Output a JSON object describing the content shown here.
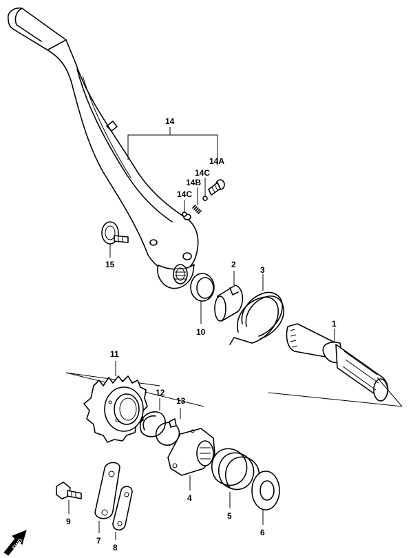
{
  "labels": {
    "p1": "1",
    "p2": "2",
    "p3": "3",
    "p4": "4",
    "p5": "5",
    "p6": "6",
    "p7": "7",
    "p8": "8",
    "p9": "9",
    "p10": "10",
    "p11": "11",
    "p12": "12",
    "p13": "13",
    "p14": "14",
    "p14a": "14A",
    "p14b": "14B",
    "p14c_upper": "14C",
    "p14c_lower": "14C",
    "p15": "15"
  },
  "direction_marker": "FWD"
}
